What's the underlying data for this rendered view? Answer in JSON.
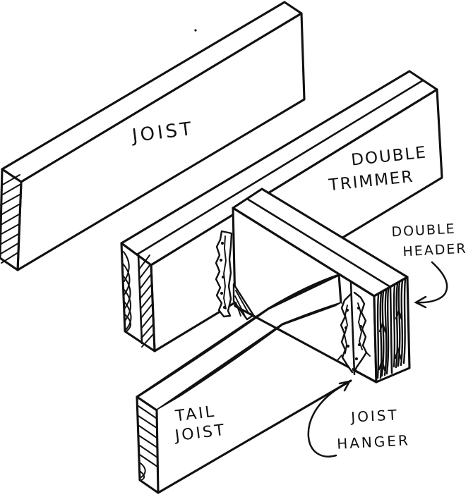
{
  "figure": {
    "description": "Hand-drawn framing detail showing a joist, double trimmer, double header, tail joist and joist hangers",
    "paper_color": "#ffffff",
    "ink_color": "#111111"
  },
  "labels": {
    "joist": {
      "text": "JOIST"
    },
    "double_trimmer": {
      "line1": "DOUBLE",
      "line2": "TRIMMER"
    },
    "double_header": {
      "line1": "DOUBLE",
      "line2": "HEADER"
    },
    "tail_joist": {
      "line1": "TAIL",
      "line2": "JOIST"
    },
    "joist_hanger": {
      "line1": "JOIST",
      "line2": "HANGER"
    }
  }
}
